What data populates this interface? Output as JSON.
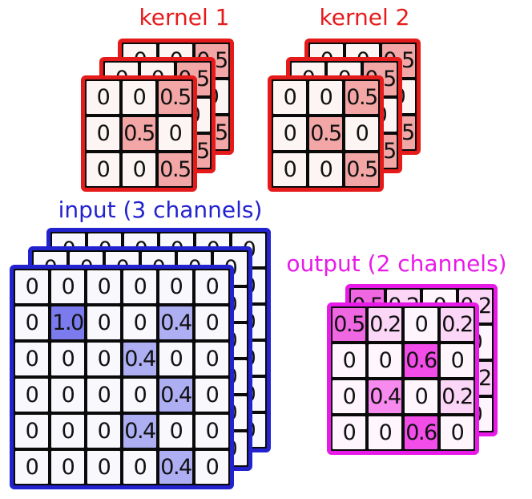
{
  "figure": {
    "description_colors": {
      "kernel_accent": "#e51b1b",
      "input_accent": "#2222cf",
      "output_accent": "#e81ae8",
      "grid_line": "#0a0a0a",
      "background": "#ffffff"
    }
  },
  "groups": [
    {
      "id": "kernel1",
      "label": "kernel 1",
      "color": "#e51b1b",
      "layers": 3,
      "cells": [
        [
          "0",
          "0",
          "0.5"
        ],
        [
          "0",
          "0.5",
          "0"
        ],
        [
          "0",
          "0",
          "0.5"
        ]
      ],
      "cell_colors": {
        "0": "#fcf5f4",
        "0.5": "#f3a6a6"
      }
    },
    {
      "id": "kernel2",
      "label": "kernel 2",
      "color": "#e51b1b",
      "layers": 3,
      "cells": [
        [
          "0",
          "0",
          "0.5"
        ],
        [
          "0",
          "0.5",
          "0"
        ],
        [
          "0",
          "0",
          "0.5"
        ]
      ],
      "cell_colors": {
        "0": "#fcf5f4",
        "0.5": "#f3a6a6"
      }
    },
    {
      "id": "input",
      "label": "input (3 channels)",
      "color": "#2222cf",
      "layers": 3,
      "cells": [
        [
          "0",
          "0",
          "0",
          "0",
          "0",
          "0"
        ],
        [
          "0",
          "1.0",
          "0",
          "0",
          "0.4",
          "0"
        ],
        [
          "0",
          "0",
          "0",
          "0.4",
          "0",
          "0"
        ],
        [
          "0",
          "0",
          "0",
          "0",
          "0.4",
          "0"
        ],
        [
          "0",
          "0",
          "0",
          "0.4",
          "0",
          "0"
        ],
        [
          "0",
          "0",
          "0",
          "0",
          "0.4",
          "0"
        ]
      ],
      "cell_colors": {
        "0": "#f8f8fd",
        "1.0": "#7b7bed",
        "0.4": "#aeaef3"
      }
    },
    {
      "id": "output",
      "label": "output (2 channels)",
      "color": "#e81ae8",
      "layers": 2,
      "cells": [
        [
          "0.5",
          "0.2",
          "0",
          "0.2"
        ],
        [
          "0",
          "0",
          "0.6",
          "0"
        ],
        [
          "0",
          "0.4",
          "0",
          "0.2"
        ],
        [
          "0",
          "0",
          "0.6",
          "0"
        ]
      ],
      "cell_colors": {
        "0": "#fef6fc",
        "0.2": "#fbd6f6",
        "0.4": "#f78aee",
        "0.5": "#f067e2",
        "0.6": "#f24de8"
      }
    }
  ]
}
